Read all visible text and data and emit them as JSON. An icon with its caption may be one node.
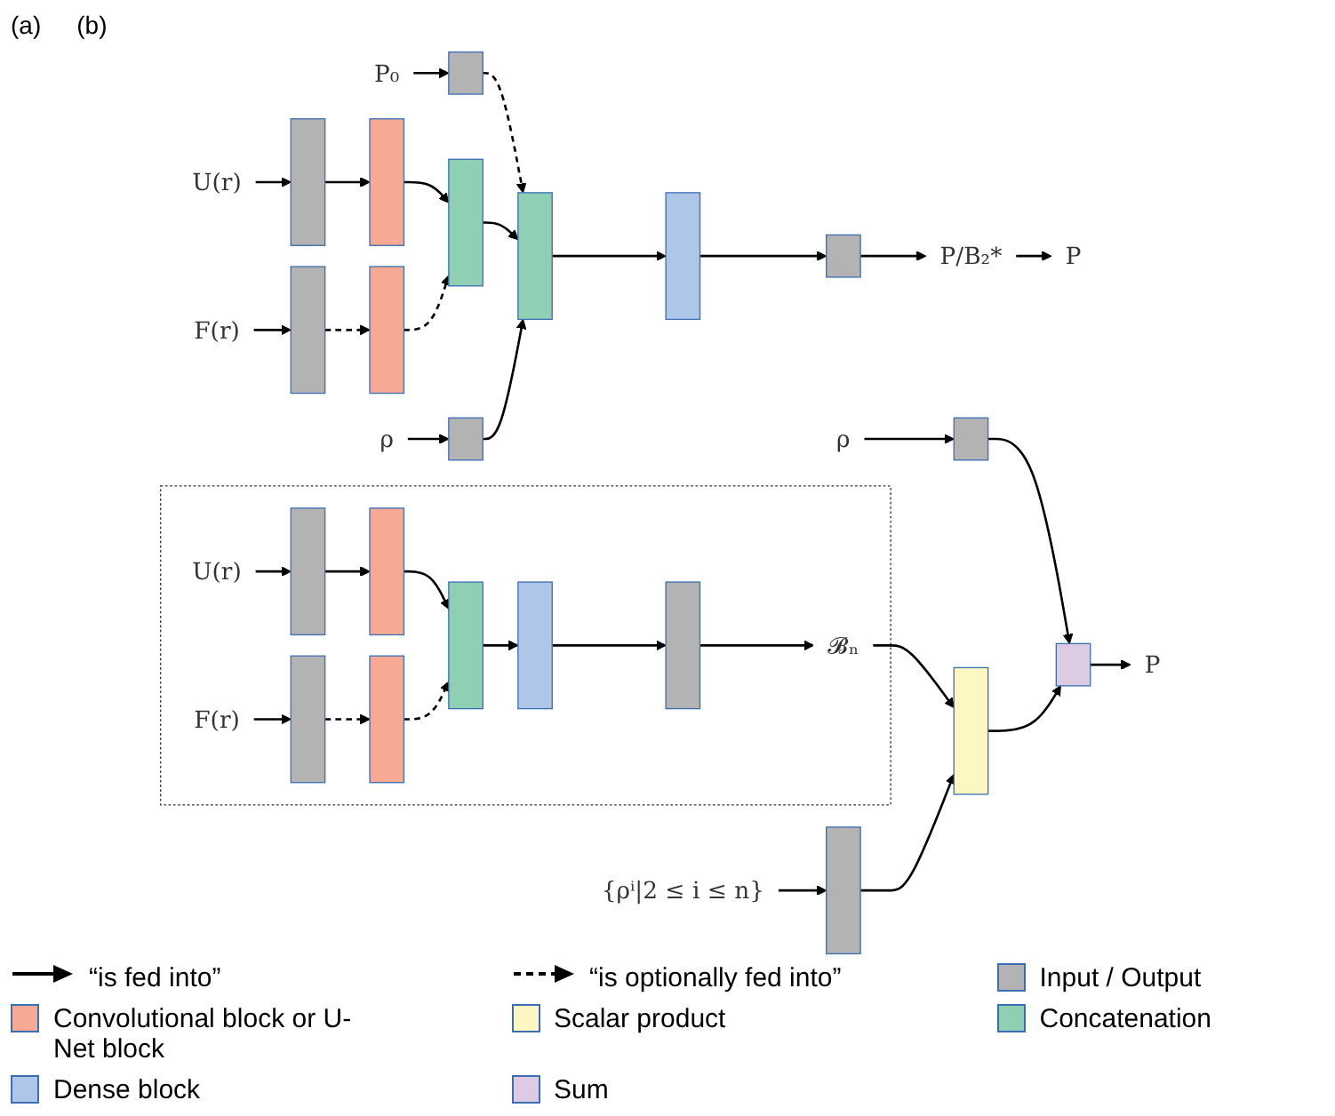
{
  "diagram": {
    "nodes": [
      {
        "text": [
          "U(r)"
        ]
      },
      {
        "text": [
          "F(r)"
        ]
      },
      {
        "text": [
          "P₀"
        ]
      },
      {
        "text": [
          "ρ"
        ]
      },
      {
        "text": [],
        "shape": "bar"
      },
      {
        "text": [],
        "shape": "bar"
      },
      {
        "text": [],
        "shape": "bar"
      },
      {
        "text": [],
        "shape": "bar"
      },
      {
        "text": [],
        "shape": "box"
      },
      {
        "text": [],
        "shape": "bar"
      },
      {
        "text": [],
        "shape": "box"
      },
      {
        "text": [],
        "shape": "bar"
      },
      {
        "text": [],
        "shape": "bar"
      },
      {
        "text": [],
        "shape": "box"
      },
      {
        "text": [
          "P/B₂*"
        ]
      },
      {
        "text": [
          "P"
        ]
      },
      {
        "text": [],
        "shape": "box"
      },
      {
        "text": [
          "U(r)"
        ],
        "in": 16
      },
      {
        "text": [
          "F(r)"
        ],
        "in": 16
      },
      {
        "text": [],
        "shape": "bar",
        "in": 16
      },
      {
        "text": [],
        "shape": "bar",
        "in": 16
      },
      {
        "text": [],
        "shape": "bar",
        "in": 16
      },
      {
        "text": [],
        "shape": "bar",
        "in": 16
      },
      {
        "text": [],
        "shape": "bar",
        "in": 16
      },
      {
        "text": [],
        "shape": "bar",
        "in": 16
      },
      {
        "text": [],
        "shape": "bar",
        "in": 16
      },
      {
        "text": [
          "𝓑ₙ"
        ],
        "in": 16
      },
      {
        "text": [
          "ρ"
        ]
      },
      {
        "text": [],
        "shape": "box"
      },
      {
        "text": [],
        "shape": "bar"
      },
      {
        "text": [
          "{ρⁱ|2 ≤ i ≤ n}"
        ]
      },
      {
        "text": [],
        "shape": "bar"
      },
      {
        "text": [],
        "shape": "box"
      },
      {
        "text": [
          "P"
        ]
      }
    ],
    "edges": [
      {
        "from": 0,
        "to": 4,
        "arrow": "to"
      },
      {
        "from": 1,
        "to": 5,
        "arrow": "to"
      },
      {
        "from": 4,
        "to": 6,
        "arrow": "to"
      },
      {
        "from": 5,
        "to": 7,
        "arrow": "to",
        "style": "dashed"
      },
      {
        "from": 6,
        "to": 9,
        "arrow": "to"
      },
      {
        "from": 7,
        "to": 9,
        "arrow": "to",
        "style": "dashed"
      },
      {
        "from": 2,
        "to": 8,
        "arrow": "to"
      },
      {
        "from": 3,
        "to": 10,
        "arrow": "to"
      },
      {
        "from": 8,
        "to": 11,
        "arrow": "to",
        "style": "dashed"
      },
      {
        "from": 9,
        "to": 11,
        "arrow": "to"
      },
      {
        "from": 10,
        "to": 11,
        "arrow": "to"
      },
      {
        "from": 11,
        "to": 12,
        "arrow": "to"
      },
      {
        "from": 12,
        "to": 13,
        "arrow": "to"
      },
      {
        "from": 13,
        "to": 14,
        "arrow": "to"
      },
      {
        "from": 14,
        "to": 15,
        "arrow": "to"
      },
      {
        "from": 17,
        "to": 19,
        "arrow": "to"
      },
      {
        "from": 18,
        "to": 20,
        "arrow": "to"
      },
      {
        "from": 19,
        "to": 21,
        "arrow": "to"
      },
      {
        "from": 20,
        "to": 22,
        "arrow": "to",
        "style": "dashed"
      },
      {
        "from": 21,
        "to": 23,
        "arrow": "to"
      },
      {
        "from": 22,
        "to": 23,
        "arrow": "to",
        "style": "dashed"
      },
      {
        "from": 23,
        "to": 24,
        "arrow": "to"
      },
      {
        "from": 24,
        "to": 25,
        "arrow": "to"
      },
      {
        "from": 25,
        "to": 26,
        "arrow": "to"
      },
      {
        "from": 26,
        "to": 29,
        "arrow": "to"
      },
      {
        "from": 27,
        "to": 28,
        "arrow": "to"
      },
      {
        "from": 28,
        "to": 32,
        "arrow": "to"
      },
      {
        "from": 30,
        "to": 31,
        "arrow": "to"
      },
      {
        "from": 31,
        "to": 29,
        "arrow": "to"
      },
      {
        "from": 29,
        "to": 32,
        "arrow": "to"
      },
      {
        "from": 32,
        "to": 33,
        "arrow": "to"
      }
    ],
    "labels": [
      "(a)",
      "(b)"
    ],
    "legend": [
      {
        "text": "“is fed into”"
      },
      {
        "text": "“is optionally fed into”"
      },
      {
        "text": "Input / Output",
        "color": "#b3b3b3"
      },
      {
        "text": "Convolutional block or U-Net block",
        "color": "#f8a994"
      },
      {
        "text": "Scalar product",
        "color": "#fdf8c3"
      },
      {
        "text": "Concatenation",
        "color": "#8fcfb4"
      },
      {
        "text": "Dense block",
        "color": "#aec6e8"
      },
      {
        "text": "Sum",
        "color": "#dccbe3"
      }
    ]
  }
}
